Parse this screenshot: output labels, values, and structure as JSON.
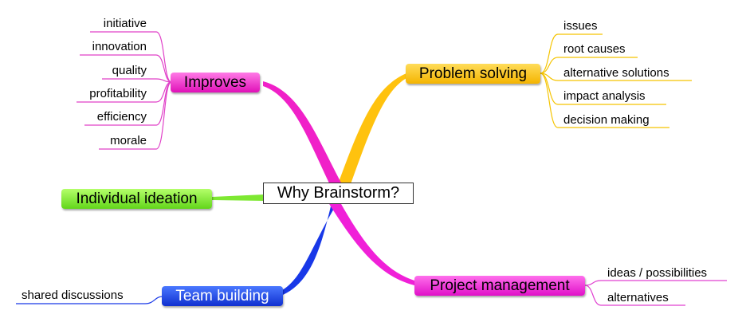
{
  "center": {
    "label": "Why Brainstorm?"
  },
  "branches": {
    "improves": {
      "label": "Improves",
      "color": "#f020c8",
      "children": [
        "initiative",
        "innovation",
        "quality",
        "profitability",
        "efficiency",
        "morale"
      ]
    },
    "problem_solving": {
      "label": "Problem solving",
      "color": "#ffc20e",
      "children": [
        "issues",
        "root causes",
        "alternative solutions",
        "impact analysis",
        "decision making"
      ]
    },
    "individual_ideation": {
      "label": "Individual ideation",
      "color": "#7ee832",
      "children": []
    },
    "team_building": {
      "label": "Team building",
      "color": "#1840e8",
      "children": [
        "shared discussions"
      ]
    },
    "project_management": {
      "label": "Project management",
      "color": "#f020d8",
      "children": [
        "ideas / possibilities",
        "alternatives"
      ]
    }
  }
}
